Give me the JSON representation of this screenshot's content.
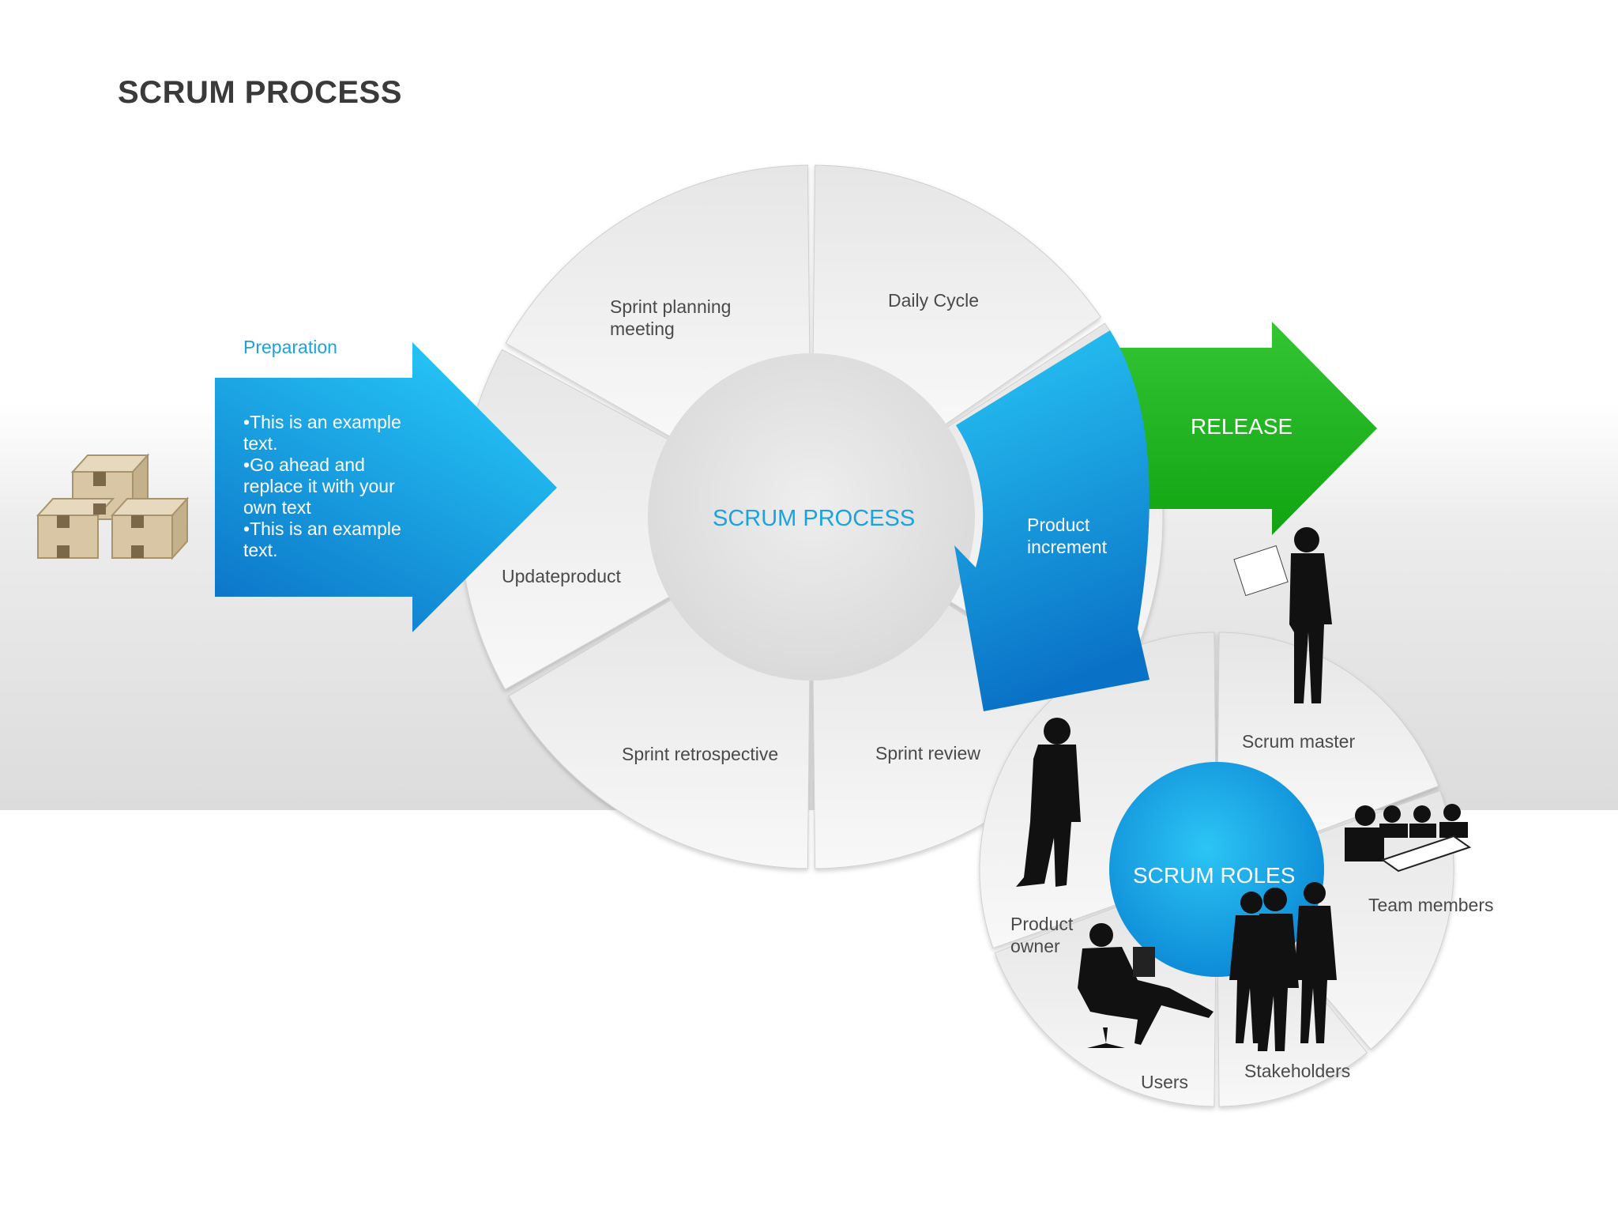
{
  "page": {
    "title": "SCRUM PROCESS"
  },
  "cycle": {
    "center": "SCRUM PROCESS",
    "segments": [
      {
        "label": "Sprint planning\nmeeting"
      },
      {
        "label": "Daily Cycle"
      },
      {
        "label": "Product\nincrement"
      },
      {
        "label": "Sprint review"
      },
      {
        "label": "Sprint retrospective"
      },
      {
        "label": "Updateproduct"
      }
    ]
  },
  "preparation": {
    "heading": "Preparation",
    "bullets": [
      "This is an example text.",
      "Go ahead and replace it with your own text",
      "This is an example text."
    ]
  },
  "release": {
    "label": "RELEASE"
  },
  "roles": {
    "center": "SCRUM ROLES",
    "segments": [
      {
        "label": "Scrum master"
      },
      {
        "label": "Team members"
      },
      {
        "label": "Stakeholders"
      },
      {
        "label": "Users"
      },
      {
        "label": "Product\nowner"
      }
    ]
  },
  "colors": {
    "accent_blue": "#1aa3e0",
    "arrow_blue_dark": "#0a6fc4",
    "release_green": "#1fb51f",
    "segment_gray": "#dcdcdc"
  },
  "icons": [
    "boxes-icon",
    "scrum-master-silhouette-icon",
    "team-meeting-silhouette-icon",
    "stakeholders-silhouette-icon",
    "user-silhouette-icon",
    "product-owner-silhouette-icon"
  ]
}
